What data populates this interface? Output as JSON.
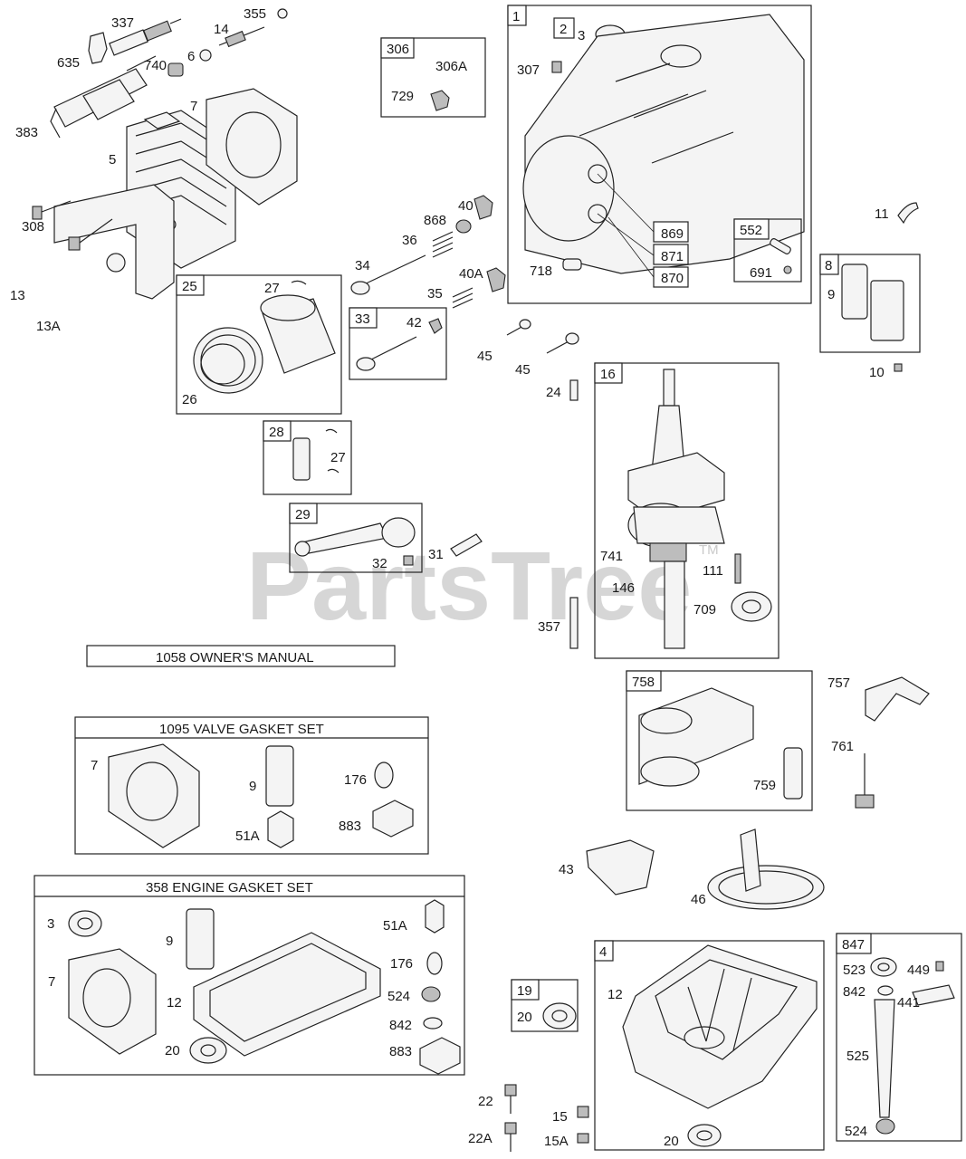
{
  "watermark": {
    "text": "PartsTree",
    "tm": "TM"
  },
  "kits": {
    "owners_manual": "1058 OWNER'S  MANUAL",
    "valve_gasket_set": "1095 VALVE GASKET SET",
    "engine_gasket_set": "358 ENGINE  GASKET SET"
  },
  "groups": {
    "g306": "306",
    "g1": "1",
    "g2": "2",
    "g25": "25",
    "g33": "33",
    "g28": "28",
    "g29": "29",
    "g16": "16",
    "g552": "552",
    "g8": "8",
    "g758": "758",
    "g19": "19",
    "g4": "4",
    "g847": "847"
  },
  "labels": {
    "p337": "337",
    "p355": "355",
    "p14": "14",
    "p635": "635",
    "p740": "740",
    "p6": "6",
    "p383": "383",
    "p7": "7",
    "p5": "5",
    "p308": "308",
    "p13": "13",
    "p13A": "13A",
    "p306A": "306A",
    "p729": "729",
    "p3a": "3",
    "p307": "307",
    "p869": "869",
    "p871": "871",
    "p870": "870",
    "p718": "718",
    "p691": "691",
    "p40": "40",
    "p868": "868",
    "p36": "36",
    "p34": "34",
    "p40A": "40A",
    "p35": "35",
    "p27a": "27",
    "p26": "26",
    "p42": "42",
    "p45a": "45",
    "p45b": "45",
    "p11": "11",
    "p9a": "9",
    "p10": "10",
    "p24": "24",
    "p27b": "27",
    "p31": "31",
    "p32": "32",
    "p741": "741",
    "p146": "146",
    "p111": "111",
    "p709": "709",
    "p357": "357",
    "p757": "757",
    "p761": "761",
    "p759": "759",
    "vk7": "7",
    "vk9": "9",
    "vk176": "176",
    "vk51A": "51A",
    "vk883": "883",
    "p43": "43",
    "p46": "46",
    "ek3": "3",
    "ek9": "9",
    "ek51A": "51A",
    "ek176": "176",
    "ek7": "7",
    "ek12": "12",
    "ek524": "524",
    "ek842": "842",
    "ek20": "20",
    "ek883": "883",
    "p20a": "20",
    "p12": "12",
    "p523": "523",
    "p449": "449",
    "p842": "842",
    "p441": "441",
    "p525": "525",
    "p524": "524",
    "p22": "22",
    "p22A": "22A",
    "p15": "15",
    "p15A": "15A",
    "p20b": "20"
  }
}
